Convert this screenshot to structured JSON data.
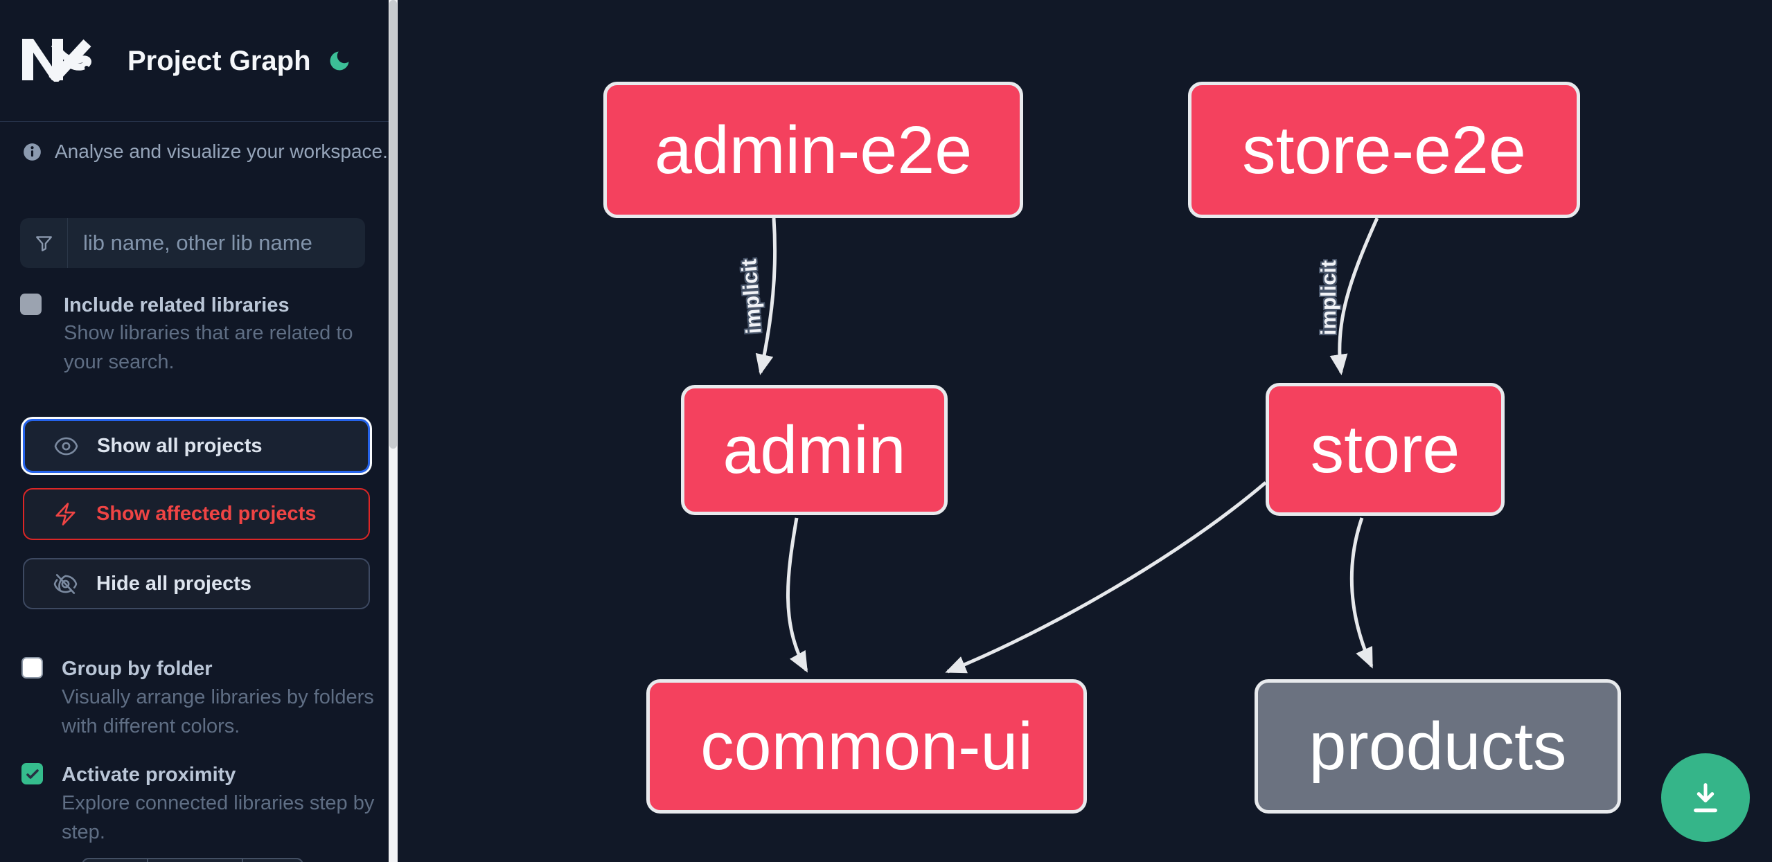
{
  "header": {
    "logo": "Nx",
    "title": "Project Graph",
    "theme_toggle_icon": "moon-icon"
  },
  "sidebar": {
    "info_text": "Analyse and visualize your workspace.",
    "search": {
      "placeholder": "lib name, other lib name",
      "value": "",
      "icon": "funnel-icon"
    },
    "toggles": [
      {
        "label": "Include related libraries",
        "description": "Show libraries that are related to your search.",
        "checked": false,
        "state": "disabled"
      },
      {
        "label": "Group by folder",
        "description": "Visually arrange libraries by folders with different colors.",
        "checked": false,
        "state": "enabled"
      },
      {
        "label": "Activate proximity",
        "description": "Explore connected libraries step by step.",
        "checked": true,
        "state": "enabled"
      }
    ],
    "buttons": [
      {
        "label": "Show all projects",
        "icon": "eye-icon",
        "variant": "active"
      },
      {
        "label": "Show affected projects",
        "icon": "bolt-icon",
        "variant": "danger"
      },
      {
        "label": "Hide all projects",
        "icon": "eye-off-icon",
        "variant": "default"
      }
    ]
  },
  "graph": {
    "nodes": [
      {
        "id": "admin-e2e",
        "label": "admin-e2e",
        "kind": "app"
      },
      {
        "id": "store-e2e",
        "label": "store-e2e",
        "kind": "app"
      },
      {
        "id": "admin",
        "label": "admin",
        "kind": "app"
      },
      {
        "id": "store",
        "label": "store",
        "kind": "app"
      },
      {
        "id": "common-ui",
        "label": "common-ui",
        "kind": "lib"
      },
      {
        "id": "products",
        "label": "products",
        "kind": "lib"
      }
    ],
    "edges": [
      {
        "source": "admin-e2e",
        "target": "admin",
        "label": "implicit"
      },
      {
        "source": "store-e2e",
        "target": "store",
        "label": "implicit"
      },
      {
        "source": "admin",
        "target": "common-ui",
        "label": ""
      },
      {
        "source": "store",
        "target": "common-ui",
        "label": ""
      },
      {
        "source": "store",
        "target": "products",
        "label": ""
      }
    ]
  },
  "fab": {
    "icon": "download-icon"
  },
  "colors": {
    "node_pink": "#f4415e",
    "node_gray": "#6b7280",
    "node_border": "#e8eaed",
    "edge": "#e7e9ec",
    "accent_green": "#35b589",
    "accent_blue": "#2563eb",
    "accent_red": "#ef4444",
    "background": "#111827"
  }
}
